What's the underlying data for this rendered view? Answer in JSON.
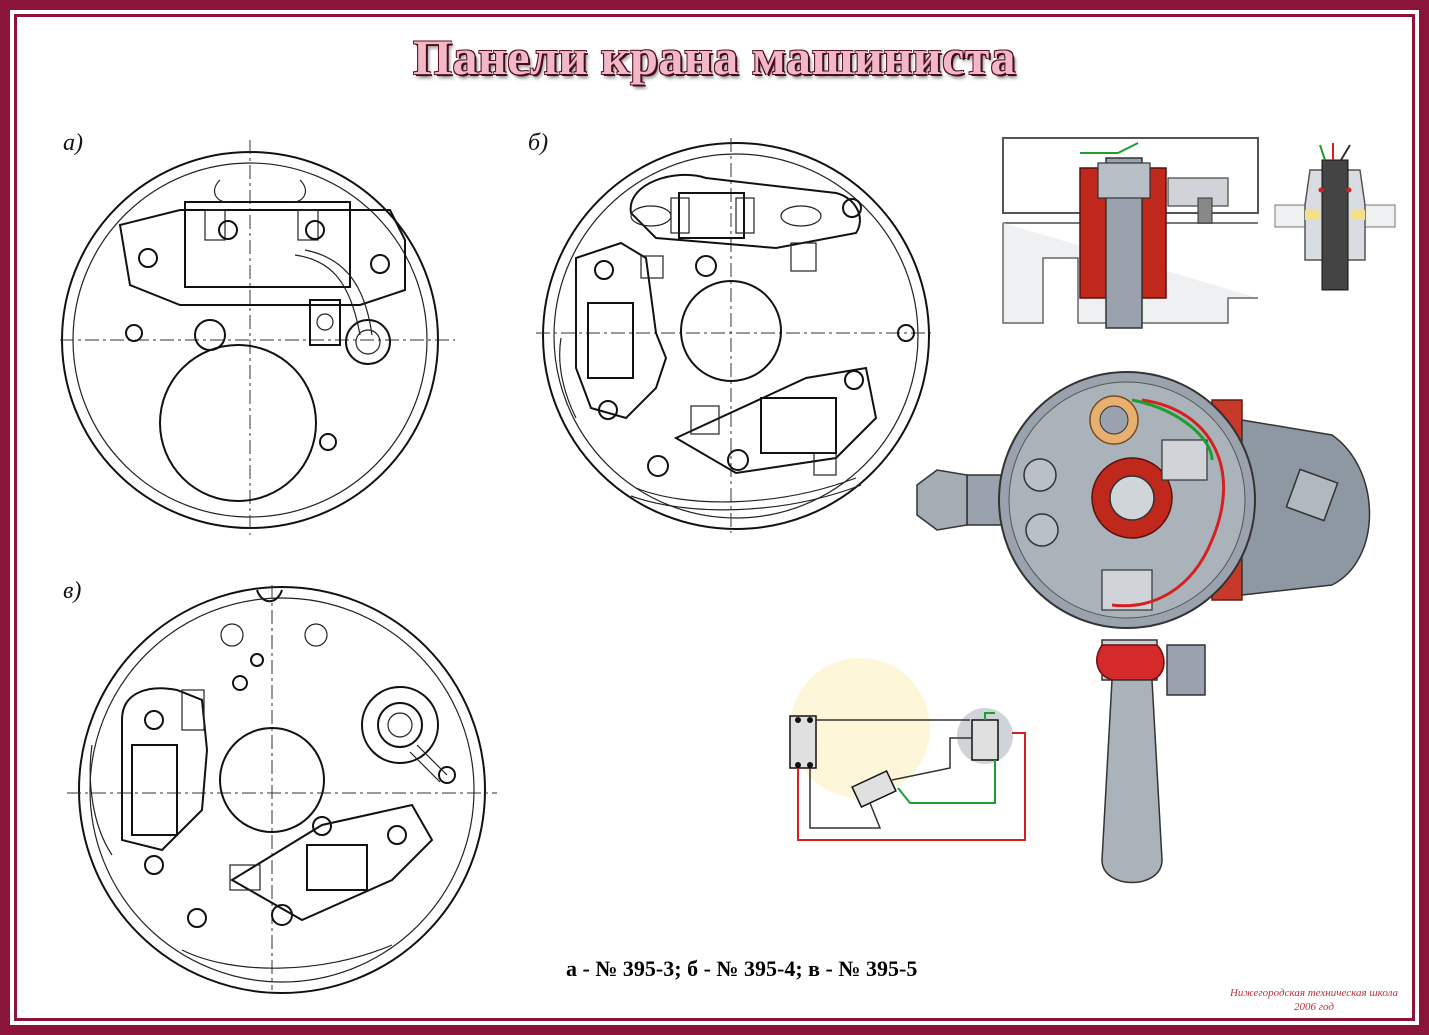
{
  "title": "Панели крана машиниста",
  "panels": [
    {
      "label": "а)"
    },
    {
      "label": "б)"
    },
    {
      "label": "в)"
    }
  ],
  "caption": "а - № 395-3; б - № 395-4; в - № 395-5",
  "credit": {
    "line1": "Нижегородская техническая школа",
    "line2": "2006 год"
  },
  "colors": {
    "frame": "#8b1538",
    "title_fill": "#f1b9c6",
    "wire_red": "#d42020",
    "wire_green": "#1e9e2e",
    "housing_gray": "#9aa3ad",
    "section_red": "#c0281c"
  },
  "icons": [
    "panel-a-drawing",
    "panel-b-drawing",
    "panel-c-drawing",
    "crane-cross-section",
    "switch-cross-section",
    "crane-assembly-view",
    "wiring-schematic"
  ]
}
